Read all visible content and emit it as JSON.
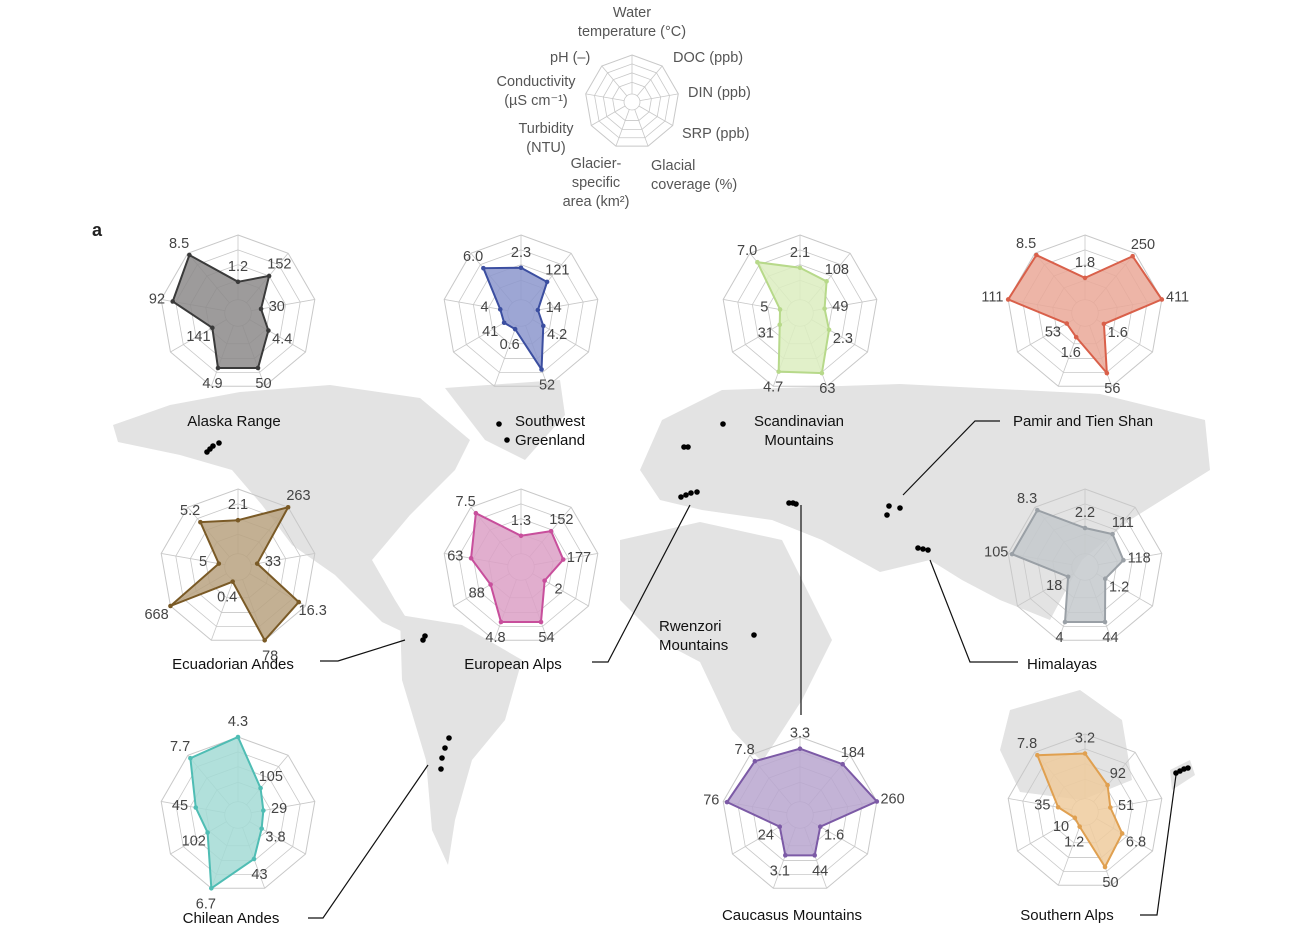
{
  "panel_label": "a",
  "chart_data": {
    "type": "radar",
    "title": "",
    "axes": [
      "Water temperature (°C)",
      "DOC (ppb)",
      "DIN (ppb)",
      "SRP (ppb)",
      "Glacial coverage (%)",
      "Glacier-specific area (km²)",
      "Turbidity (NTU)",
      "Conductivity (µS cm⁻¹)",
      "pH (–)"
    ],
    "legend_axis_lines": [
      [
        "Water",
        "temperature (°C)"
      ],
      [
        "DOC (ppb)"
      ],
      [
        "DIN (ppb)"
      ],
      [
        "SRP (ppb)"
      ],
      [
        "Glacial",
        "coverage (%)"
      ],
      [
        "Glacier-",
        "specific",
        "area (km²)"
      ],
      [
        "Turbidity",
        "(NTU)"
      ],
      [
        "Conductivity",
        "(µS cm⁻¹)"
      ],
      [
        "pH (–)"
      ]
    ],
    "series": [
      {
        "name": "Alaska Range",
        "color": "#3a3a3a",
        "fill": "#8c8a8a",
        "values": [
          "1.2",
          "152",
          "30",
          "4.4",
          "50",
          "4.9",
          "141",
          "92",
          "8.5"
        ],
        "scaled": [
          0.4,
          0.62,
          0.3,
          0.45,
          0.75,
          0.75,
          0.38,
          0.85,
          0.97
        ]
      },
      {
        "name": "Southwest Greenland",
        "color": "#3b4ea0",
        "fill": "#8c97cc",
        "values": [
          "2.3",
          "121",
          "14",
          "4.2",
          "52",
          "0.6",
          "41",
          "4",
          "6.0"
        ],
        "scaled": [
          0.58,
          0.52,
          0.22,
          0.33,
          0.77,
          0.22,
          0.25,
          0.27,
          0.75
        ]
      },
      {
        "name": "Scandinavian Mountains",
        "color": "#b7d98a",
        "fill": "#dcedbf",
        "values": [
          "2.1",
          "108",
          "49",
          "2.3",
          "63",
          "4.7",
          "31",
          "5",
          "7.0"
        ],
        "scaled": [
          0.58,
          0.53,
          0.32,
          0.43,
          0.82,
          0.8,
          0.3,
          0.26,
          0.85
        ]
      },
      {
        "name": "Pamir and Tien Shan",
        "color": "#d9604a",
        "fill": "#eaa898",
        "values": [
          "1.8",
          "250",
          "411",
          "1.6",
          "56",
          "1.6",
          "53",
          "111",
          "8.5"
        ],
        "scaled": [
          0.45,
          0.95,
          1.0,
          0.28,
          0.82,
          0.33,
          0.27,
          1.0,
          0.97
        ]
      },
      {
        "name": "Ecuadorian Andes",
        "color": "#7a5a26",
        "fill": "#b9a280",
        "values": [
          "2.1",
          "263",
          "33",
          "16.3",
          "78",
          "0.4",
          "668",
          "5",
          "5.2"
        ],
        "scaled": [
          0.6,
          1.0,
          0.25,
          0.9,
          1.0,
          0.2,
          1.0,
          0.25,
          0.75
        ]
      },
      {
        "name": "European Alps",
        "color": "#c84f9c",
        "fill": "#dca0c6",
        "values": [
          "1.3",
          "152",
          "177",
          "2",
          "54",
          "4.8",
          "88",
          "63",
          "7.5"
        ],
        "scaled": [
          0.4,
          0.6,
          0.55,
          0.35,
          0.75,
          0.75,
          0.45,
          0.65,
          0.9
        ]
      },
      {
        "name": "Himalayas",
        "color": "#9aa0a6",
        "fill": "#c4c9cd",
        "values": [
          "2.2",
          "111",
          "118",
          "1.2",
          "44",
          "4",
          "18",
          "105",
          "8.3"
        ],
        "scaled": [
          0.5,
          0.55,
          0.5,
          0.3,
          0.75,
          0.75,
          0.25,
          0.95,
          0.95
        ]
      },
      {
        "name": "Chilean Andes",
        "color": "#4fbdb4",
        "fill": "#a3dbd5",
        "values": [
          "4.3",
          "105",
          "29",
          "3.8",
          "43",
          "6.7",
          "102",
          "45",
          "7.7"
        ],
        "scaled": [
          1.0,
          0.45,
          0.33,
          0.35,
          0.6,
          1.0,
          0.45,
          0.55,
          0.95
        ]
      },
      {
        "name": "Caucasus Mountains",
        "color": "#7c5aa6",
        "fill": "#b8a6cf",
        "values": [
          "3.3",
          "184",
          "260",
          "1.6",
          "44",
          "3.1",
          "24",
          "76",
          "7.8"
        ],
        "scaled": [
          0.85,
          0.85,
          1.0,
          0.3,
          0.55,
          0.55,
          0.3,
          0.95,
          0.9
        ]
      },
      {
        "name": "Southern Alps",
        "color": "#e0a050",
        "fill": "#eecb9e",
        "values": [
          "3.2",
          "92",
          "51",
          "6.8",
          "50",
          "1.2",
          "10",
          "35",
          "7.8"
        ],
        "scaled": [
          0.75,
          0.45,
          0.33,
          0.55,
          0.75,
          0.2,
          0.15,
          0.35,
          0.95
        ]
      }
    ]
  },
  "extra_labels": {
    "rwenzori": "Rwenzori Mountains"
  },
  "colors": {
    "land": "#e3e3e3",
    "grid": "#c8c8c8",
    "site_dot": "#000000"
  }
}
